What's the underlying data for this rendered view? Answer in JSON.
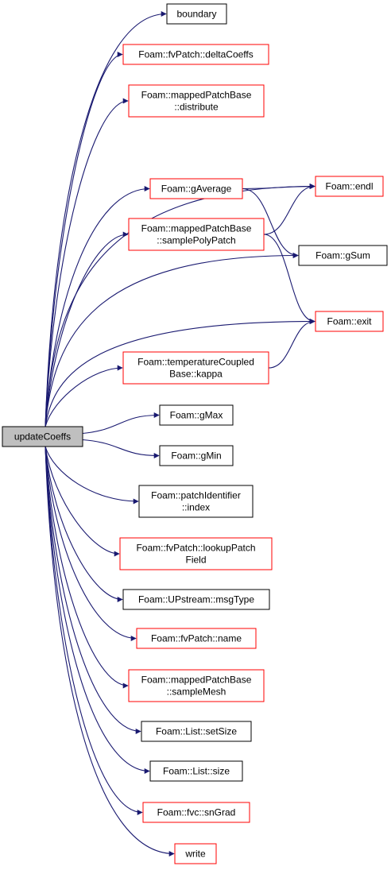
{
  "colors": {
    "edge": "#191970",
    "border_default": "#000000",
    "border_highlight": "#ff0000",
    "root_fill": "#bfbfbf",
    "node_fill": "#ffffff"
  },
  "root": {
    "id": "root",
    "lines": [
      "updateCoeffs"
    ],
    "style": "root"
  },
  "nodes": [
    {
      "id": "boundary",
      "lines": [
        "boundary"
      ],
      "style": "default"
    },
    {
      "id": "deltaCoeffs",
      "lines": [
        "Foam::fvPatch::deltaCoeffs"
      ],
      "style": "highlight"
    },
    {
      "id": "distribute",
      "lines": [
        "Foam::mappedPatchBase",
        "::distribute"
      ],
      "style": "highlight"
    },
    {
      "id": "gAverage",
      "lines": [
        "Foam::gAverage"
      ],
      "style": "highlight"
    },
    {
      "id": "endl",
      "lines": [
        "Foam::endl"
      ],
      "style": "highlight"
    },
    {
      "id": "samplePolyPatch",
      "lines": [
        "Foam::mappedPatchBase",
        "::samplePolyPatch"
      ],
      "style": "highlight"
    },
    {
      "id": "gSum",
      "lines": [
        "Foam::gSum"
      ],
      "style": "default"
    },
    {
      "id": "exit",
      "lines": [
        "Foam::exit"
      ],
      "style": "highlight"
    },
    {
      "id": "kappa",
      "lines": [
        "Foam::temperatureCoupled",
        "Base::kappa"
      ],
      "style": "highlight"
    },
    {
      "id": "gMax",
      "lines": [
        "Foam::gMax"
      ],
      "style": "default"
    },
    {
      "id": "gMin",
      "lines": [
        "Foam::gMin"
      ],
      "style": "default"
    },
    {
      "id": "index",
      "lines": [
        "Foam::patchIdentifier",
        "::index"
      ],
      "style": "default"
    },
    {
      "id": "lookupPatchField",
      "lines": [
        "Foam::fvPatch::lookupPatch",
        "Field"
      ],
      "style": "highlight"
    },
    {
      "id": "msgType",
      "lines": [
        "Foam::UPstream::msgType"
      ],
      "style": "default"
    },
    {
      "id": "name",
      "lines": [
        "Foam::fvPatch::name"
      ],
      "style": "highlight"
    },
    {
      "id": "sampleMesh",
      "lines": [
        "Foam::mappedPatchBase",
        "::sampleMesh"
      ],
      "style": "highlight"
    },
    {
      "id": "setSize",
      "lines": [
        "Foam::List::setSize"
      ],
      "style": "default"
    },
    {
      "id": "size",
      "lines": [
        "Foam::List::size"
      ],
      "style": "default"
    },
    {
      "id": "snGrad",
      "lines": [
        "Foam::fvc::snGrad"
      ],
      "style": "highlight"
    },
    {
      "id": "write",
      "lines": [
        "write"
      ],
      "style": "highlight"
    }
  ],
  "edges": [
    [
      "root",
      "boundary"
    ],
    [
      "root",
      "deltaCoeffs"
    ],
    [
      "root",
      "distribute"
    ],
    [
      "root",
      "endl"
    ],
    [
      "root",
      "gAverage"
    ],
    [
      "root",
      "samplePolyPatch"
    ],
    [
      "root",
      "gSum"
    ],
    [
      "root",
      "exit"
    ],
    [
      "root",
      "kappa"
    ],
    [
      "root",
      "gMax"
    ],
    [
      "root",
      "gMin"
    ],
    [
      "root",
      "index"
    ],
    [
      "root",
      "lookupPatchField"
    ],
    [
      "root",
      "msgType"
    ],
    [
      "root",
      "name"
    ],
    [
      "root",
      "sampleMesh"
    ],
    [
      "root",
      "setSize"
    ],
    [
      "root",
      "size"
    ],
    [
      "root",
      "snGrad"
    ],
    [
      "root",
      "write"
    ],
    [
      "gAverage",
      "endl"
    ],
    [
      "gAverage",
      "gSum"
    ],
    [
      "samplePolyPatch",
      "endl"
    ],
    [
      "samplePolyPatch",
      "exit"
    ],
    [
      "kappa",
      "exit"
    ]
  ]
}
